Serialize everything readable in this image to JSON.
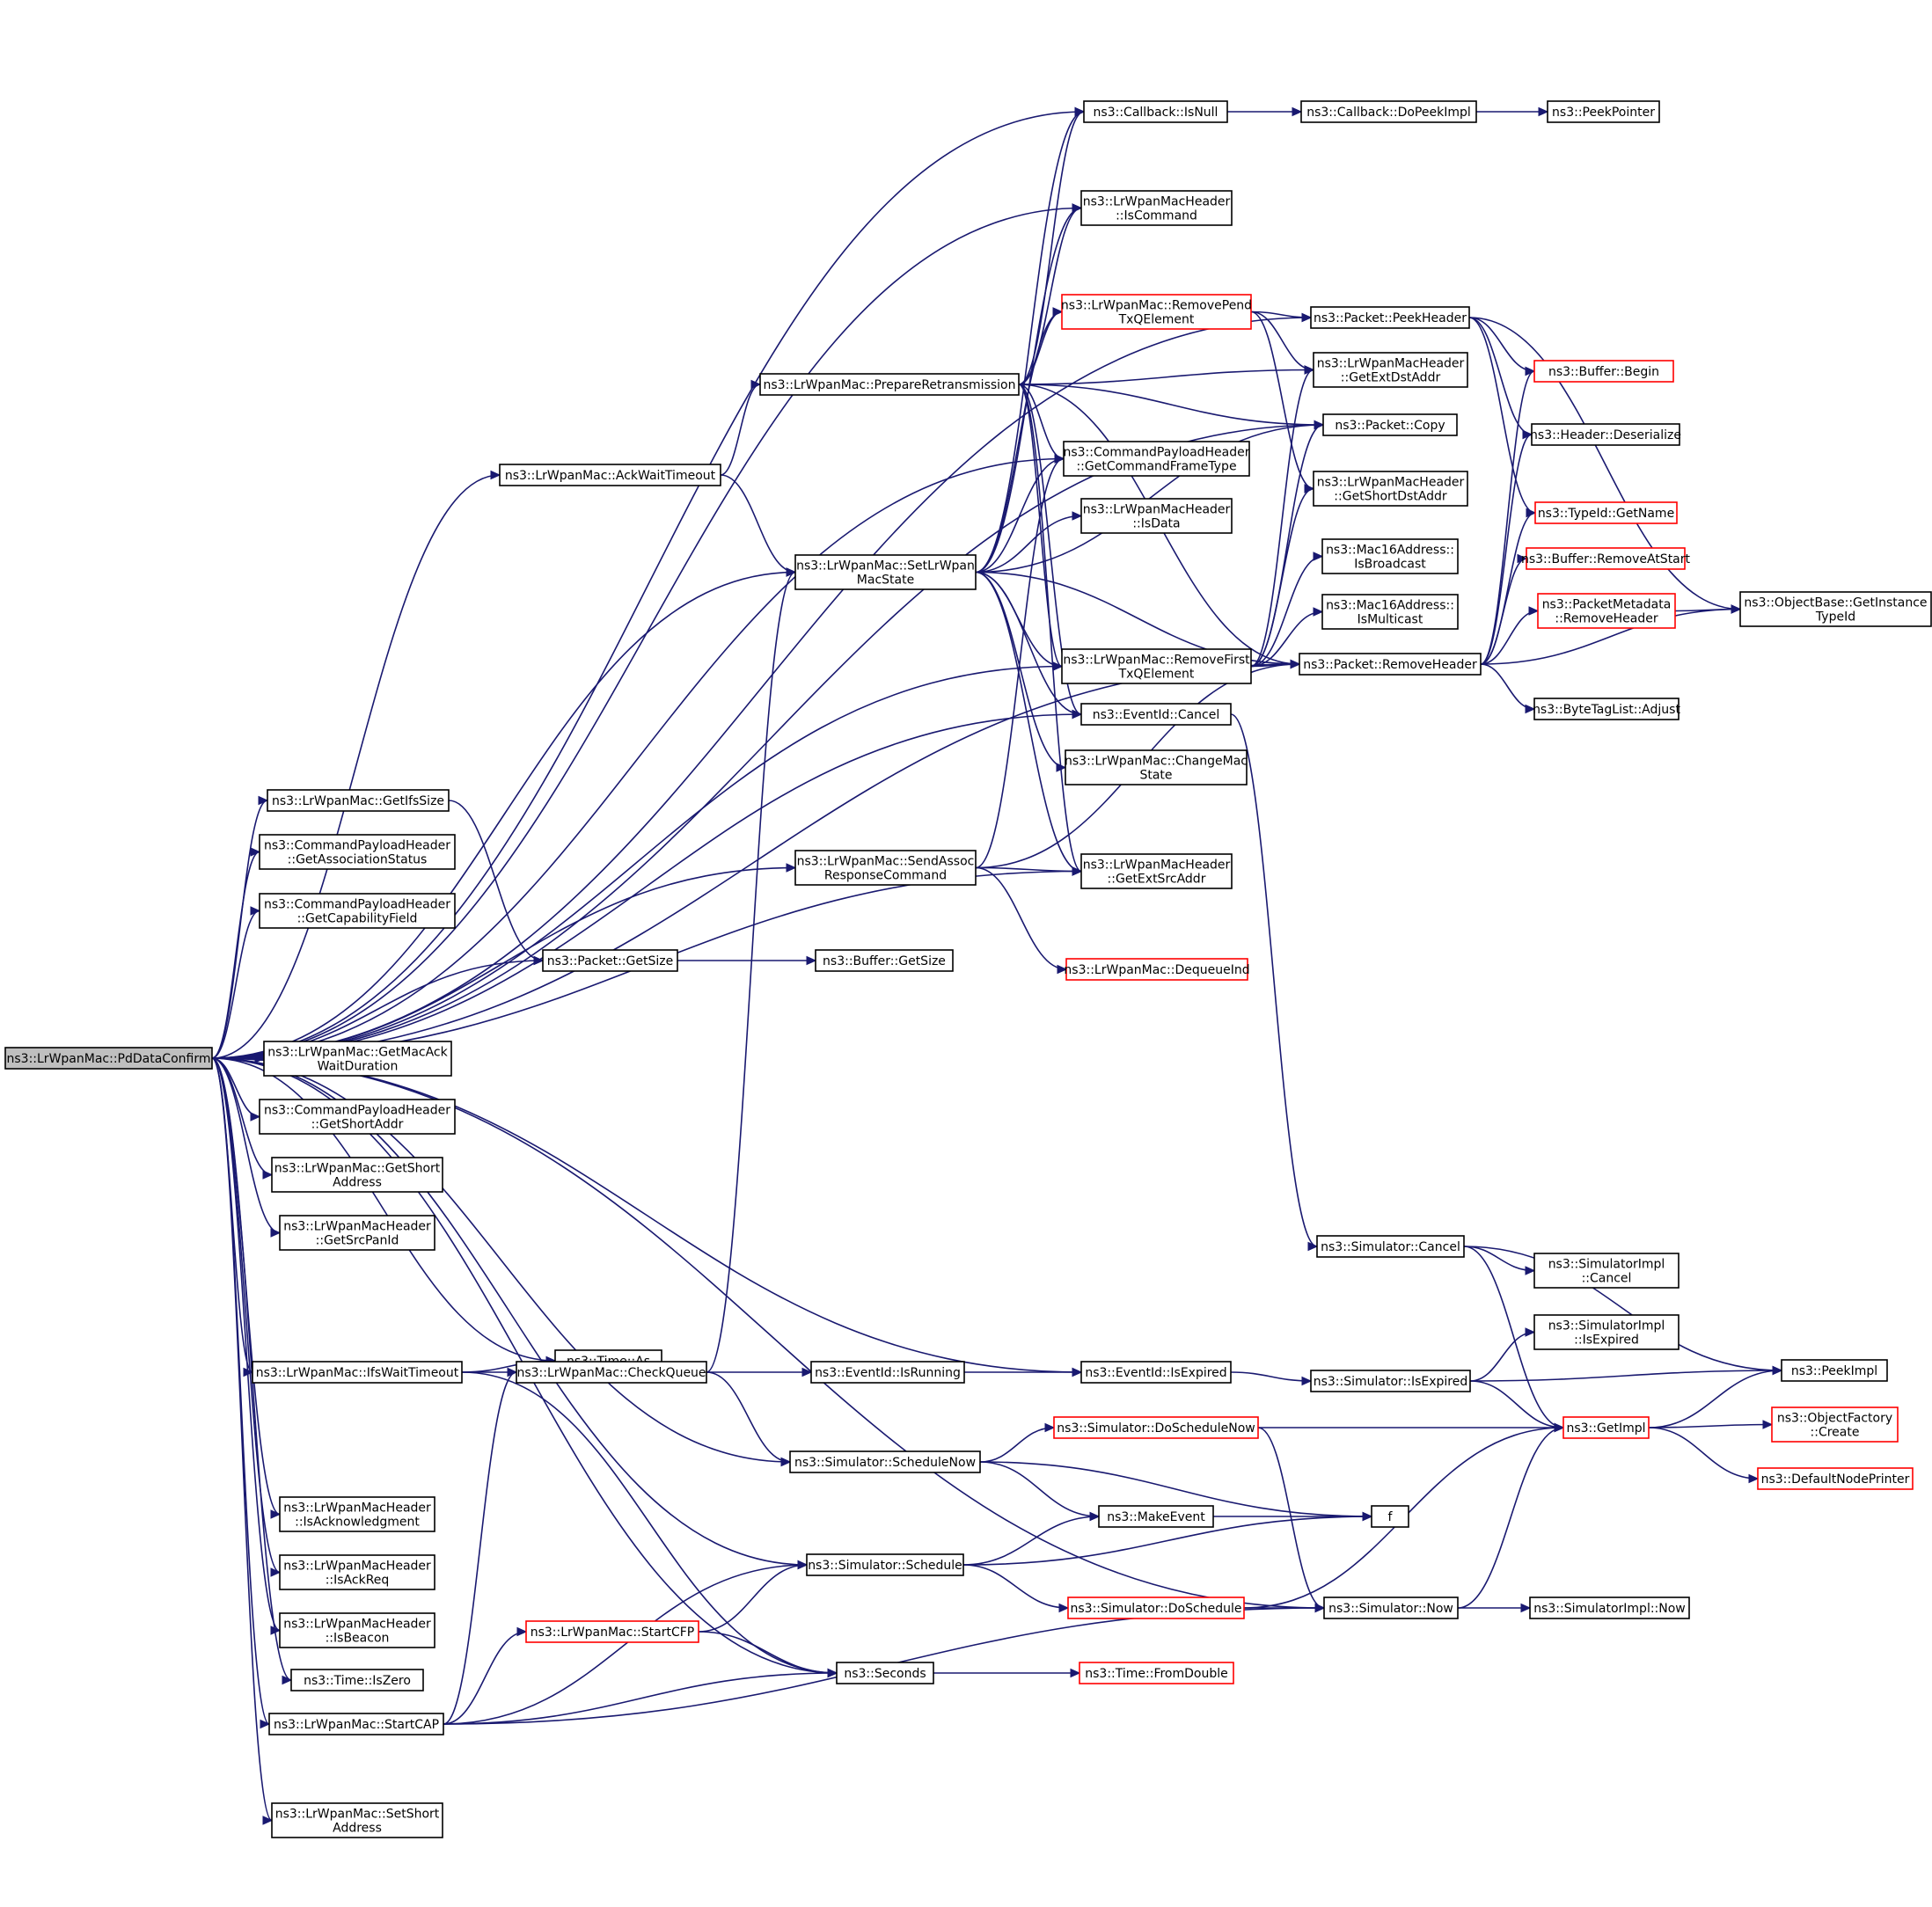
{
  "colors": {
    "edge": "#191970",
    "node_border": "#000000",
    "node_border_red": "#ff0000",
    "root_fill": "#bfbfbf",
    "node_fill": "#ffffff"
  },
  "nodes": [
    {
      "id": "root",
      "lines": [
        "ns3::LrWpanMac::PdDataConfirm"
      ],
      "style": "root"
    },
    {
      "id": "ackwait",
      "lines": [
        "ns3::LrWpanMac::AckWaitTimeout"
      ],
      "style": "normal"
    },
    {
      "id": "prepare",
      "lines": [
        "ns3::LrWpanMac::PrepareRetransmission"
      ],
      "style": "normal"
    },
    {
      "id": "setstate",
      "lines": [
        "ns3::LrWpanMac::SetLrWpan",
        "MacState"
      ],
      "style": "normal"
    },
    {
      "id": "getifs",
      "lines": [
        "ns3::LrWpanMac::GetIfsSize"
      ],
      "style": "normal"
    },
    {
      "id": "assocstat",
      "lines": [
        "ns3::CommandPayloadHeader",
        "::GetAssociationStatus"
      ],
      "style": "normal"
    },
    {
      "id": "capfield",
      "lines": [
        "ns3::CommandPayloadHeader",
        "::GetCapabilityField"
      ],
      "style": "normal"
    },
    {
      "id": "pktsize",
      "lines": [
        "ns3::Packet::GetSize"
      ],
      "style": "normal"
    },
    {
      "id": "bufsize",
      "lines": [
        "ns3::Buffer::GetSize"
      ],
      "style": "normal"
    },
    {
      "id": "macack",
      "lines": [
        "ns3::LrWpanMac::GetMacAck",
        "WaitDuration"
      ],
      "style": "normal"
    },
    {
      "id": "cmdshort",
      "lines": [
        "ns3::CommandPayloadHeader",
        "::GetShortAddr"
      ],
      "style": "normal"
    },
    {
      "id": "getshort",
      "lines": [
        "ns3::LrWpanMac::GetShort",
        "Address"
      ],
      "style": "normal"
    },
    {
      "id": "srcpan",
      "lines": [
        "ns3::LrWpanMacHeader",
        "::GetSrcPanId"
      ],
      "style": "normal"
    },
    {
      "id": "timeas",
      "lines": [
        "ns3::Time::As"
      ],
      "style": "normal"
    },
    {
      "id": "ifswait",
      "lines": [
        "ns3::LrWpanMac::IfsWaitTimeout"
      ],
      "style": "normal"
    },
    {
      "id": "checkq",
      "lines": [
        "ns3::LrWpanMac::CheckQueue"
      ],
      "style": "normal"
    },
    {
      "id": "isack",
      "lines": [
        "ns3::LrWpanMacHeader",
        "::IsAcknowledgment"
      ],
      "style": "normal"
    },
    {
      "id": "isackreq",
      "lines": [
        "ns3::LrWpanMacHeader",
        "::IsAckReq"
      ],
      "style": "normal"
    },
    {
      "id": "isbeacon",
      "lines": [
        "ns3::LrWpanMacHeader",
        "::IsBeacon"
      ],
      "style": "normal"
    },
    {
      "id": "iszero",
      "lines": [
        "ns3::Time::IsZero"
      ],
      "style": "normal"
    },
    {
      "id": "startcap",
      "lines": [
        "ns3::LrWpanMac::StartCAP"
      ],
      "style": "normal"
    },
    {
      "id": "setshort",
      "lines": [
        "ns3::LrWpanMac::SetShort",
        "Address"
      ],
      "style": "normal"
    },
    {
      "id": "sendassoc",
      "lines": [
        "ns3::LrWpanMac::SendAssoc",
        "ResponseCommand"
      ],
      "style": "normal"
    },
    {
      "id": "startcfp",
      "lines": [
        "ns3::LrWpanMac::StartCFP"
      ],
      "style": "red"
    },
    {
      "id": "isrunning",
      "lines": [
        "ns3::EventId::IsRunning"
      ],
      "style": "normal"
    },
    {
      "id": "schednow",
      "lines": [
        "ns3::Simulator::ScheduleNow"
      ],
      "style": "normal"
    },
    {
      "id": "schedule",
      "lines": [
        "ns3::Simulator::Schedule"
      ],
      "style": "normal"
    },
    {
      "id": "seconds",
      "lines": [
        "ns3::Seconds"
      ],
      "style": "normal"
    },
    {
      "id": "isnull",
      "lines": [
        "ns3::Callback::IsNull"
      ],
      "style": "normal"
    },
    {
      "id": "iscommand",
      "lines": [
        "ns3::LrWpanMacHeader",
        "::IsCommand"
      ],
      "style": "normal"
    },
    {
      "id": "removepend",
      "lines": [
        "ns3::LrWpanMac::RemovePend",
        "TxQElement"
      ],
      "style": "red"
    },
    {
      "id": "cmdframe",
      "lines": [
        "ns3::CommandPayloadHeader",
        "::GetCommandFrameType"
      ],
      "style": "normal"
    },
    {
      "id": "isdata",
      "lines": [
        "ns3::LrWpanMacHeader",
        "::IsData"
      ],
      "style": "normal"
    },
    {
      "id": "removefirst",
      "lines": [
        "ns3::LrWpanMac::RemoveFirst",
        "TxQElement"
      ],
      "style": "normal"
    },
    {
      "id": "eventcancel",
      "lines": [
        "ns3::EventId::Cancel"
      ],
      "style": "normal"
    },
    {
      "id": "changemac",
      "lines": [
        "ns3::LrWpanMac::ChangeMac",
        "State"
      ],
      "style": "normal"
    },
    {
      "id": "extsrc",
      "lines": [
        "ns3::LrWpanMacHeader",
        "::GetExtSrcAddr"
      ],
      "style": "normal"
    },
    {
      "id": "dequeue",
      "lines": [
        "ns3::LrWpanMac::DequeueInd"
      ],
      "style": "red"
    },
    {
      "id": "isexpired",
      "lines": [
        "ns3::EventId::IsExpired"
      ],
      "style": "normal"
    },
    {
      "id": "makeevent",
      "lines": [
        "ns3::MakeEvent"
      ],
      "style": "normal"
    },
    {
      "id": "doschednow",
      "lines": [
        "ns3::Simulator::DoScheduleNow"
      ],
      "style": "red"
    },
    {
      "id": "dosched",
      "lines": [
        "ns3::Simulator::DoSchedule"
      ],
      "style": "red"
    },
    {
      "id": "fromdouble",
      "lines": [
        "ns3::Time::FromDouble"
      ],
      "style": "red"
    },
    {
      "id": "dopeek",
      "lines": [
        "ns3::Callback::DoPeekImpl"
      ],
      "style": "normal"
    },
    {
      "id": "peekhdr",
      "lines": [
        "ns3::Packet::PeekHeader"
      ],
      "style": "normal"
    },
    {
      "id": "extdst",
      "lines": [
        "ns3::LrWpanMacHeader",
        "::GetExtDstAddr"
      ],
      "style": "normal"
    },
    {
      "id": "pktcopy",
      "lines": [
        "ns3::Packet::Copy"
      ],
      "style": "normal"
    },
    {
      "id": "shortdst",
      "lines": [
        "ns3::LrWpanMacHeader",
        "::GetShortDstAddr"
      ],
      "style": "normal"
    },
    {
      "id": "isbcast",
      "lines": [
        "ns3::Mac16Address::",
        "IsBroadcast"
      ],
      "style": "normal"
    },
    {
      "id": "ismcast",
      "lines": [
        "ns3::Mac16Address::",
        "IsMulticast"
      ],
      "style": "normal"
    },
    {
      "id": "removehdr",
      "lines": [
        "ns3::Packet::RemoveHeader"
      ],
      "style": "normal"
    },
    {
      "id": "simcancel",
      "lines": [
        "ns3::Simulator::Cancel"
      ],
      "style": "normal"
    },
    {
      "id": "simexpired",
      "lines": [
        "ns3::Simulator::IsExpired"
      ],
      "style": "normal"
    },
    {
      "id": "f",
      "lines": [
        "f"
      ],
      "style": "normal"
    },
    {
      "id": "simnow",
      "lines": [
        "ns3::Simulator::Now"
      ],
      "style": "normal"
    },
    {
      "id": "peekptr",
      "lines": [
        "ns3::PeekPointer"
      ],
      "style": "normal"
    },
    {
      "id": "bufbegin",
      "lines": [
        "ns3::Buffer::Begin"
      ],
      "style": "red"
    },
    {
      "id": "deser",
      "lines": [
        "ns3::Header::Deserialize"
      ],
      "style": "normal"
    },
    {
      "id": "typename",
      "lines": [
        "ns3::TypeId::GetName"
      ],
      "style": "red"
    },
    {
      "id": "bufremove",
      "lines": [
        "ns3::Buffer::RemoveAtStart"
      ],
      "style": "red"
    },
    {
      "id": "pmremove",
      "lines": [
        "ns3::PacketMetadata",
        "::RemoveHeader"
      ],
      "style": "red"
    },
    {
      "id": "bytetag",
      "lines": [
        "ns3::ByteTagList::Adjust"
      ],
      "style": "normal"
    },
    {
      "id": "implcancel",
      "lines": [
        "ns3::SimulatorImpl",
        "::Cancel"
      ],
      "style": "normal"
    },
    {
      "id": "implexpired",
      "lines": [
        "ns3::SimulatorImpl",
        "::IsExpired"
      ],
      "style": "normal"
    },
    {
      "id": "getimpl",
      "lines": [
        "ns3::GetImpl"
      ],
      "style": "red"
    },
    {
      "id": "implnow",
      "lines": [
        "ns3::SimulatorImpl::Now"
      ],
      "style": "normal"
    },
    {
      "id": "getinst",
      "lines": [
        "ns3::ObjectBase::GetInstance",
        "TypeId"
      ],
      "style": "normal"
    },
    {
      "id": "peekimpl",
      "lines": [
        "ns3::PeekImpl"
      ],
      "style": "normal"
    },
    {
      "id": "objfact",
      "lines": [
        "ns3::ObjectFactory",
        "::Create"
      ],
      "style": "red"
    },
    {
      "id": "defprinter",
      "lines": [
        "ns3::DefaultNodePrinter"
      ],
      "style": "red"
    }
  ],
  "edges": [
    [
      "root",
      "ackwait"
    ],
    [
      "root",
      "setstate"
    ],
    [
      "root",
      "getifs"
    ],
    [
      "root",
      "assocstat"
    ],
    [
      "root",
      "capfield"
    ],
    [
      "root",
      "pktsize"
    ],
    [
      "root",
      "macack"
    ],
    [
      "root",
      "cmdshort"
    ],
    [
      "root",
      "getshort"
    ],
    [
      "root",
      "srcpan"
    ],
    [
      "root",
      "timeas"
    ],
    [
      "root",
      "ifswait"
    ],
    [
      "root",
      "isack"
    ],
    [
      "root",
      "isackreq"
    ],
    [
      "root",
      "isbeacon"
    ],
    [
      "root",
      "iszero"
    ],
    [
      "root",
      "startcap"
    ],
    [
      "root",
      "setshort"
    ],
    [
      "root",
      "sendassoc"
    ],
    [
      "root",
      "removefirst"
    ],
    [
      "root",
      "eventcancel"
    ],
    [
      "root",
      "extsrc"
    ],
    [
      "root",
      "isexpired"
    ],
    [
      "root",
      "schednow"
    ],
    [
      "root",
      "schedule"
    ],
    [
      "root",
      "seconds"
    ],
    [
      "root",
      "simnow"
    ],
    [
      "root",
      "isnull"
    ],
    [
      "root",
      "iscommand"
    ],
    [
      "root",
      "cmdframe"
    ],
    [
      "root",
      "peekhdr"
    ],
    [
      "root",
      "pktcopy"
    ],
    [
      "root",
      "removehdr"
    ],
    [
      "ackwait",
      "prepare"
    ],
    [
      "ackwait",
      "setstate"
    ],
    [
      "prepare",
      "isnull"
    ],
    [
      "prepare",
      "iscommand"
    ],
    [
      "prepare",
      "removepend"
    ],
    [
      "prepare",
      "cmdframe"
    ],
    [
      "prepare",
      "removefirst"
    ],
    [
      "prepare",
      "eventcancel"
    ],
    [
      "prepare",
      "extsrc"
    ],
    [
      "prepare",
      "extdst"
    ],
    [
      "prepare",
      "pktcopy"
    ],
    [
      "prepare",
      "removehdr"
    ],
    [
      "setstate",
      "isnull"
    ],
    [
      "setstate",
      "iscommand"
    ],
    [
      "setstate",
      "removepend"
    ],
    [
      "setstate",
      "cmdframe"
    ],
    [
      "setstate",
      "isdata"
    ],
    [
      "setstate",
      "removefirst"
    ],
    [
      "setstate",
      "eventcancel"
    ],
    [
      "setstate",
      "changemac"
    ],
    [
      "setstate",
      "extsrc"
    ],
    [
      "setstate",
      "pktcopy"
    ],
    [
      "setstate",
      "removehdr"
    ],
    [
      "getifs",
      "pktsize"
    ],
    [
      "pktsize",
      "bufsize"
    ],
    [
      "ifswait",
      "timeas"
    ],
    [
      "ifswait",
      "checkq"
    ],
    [
      "ifswait",
      "seconds"
    ],
    [
      "checkq",
      "setstate"
    ],
    [
      "checkq",
      "isrunning"
    ],
    [
      "checkq",
      "schednow"
    ],
    [
      "startcap",
      "checkq"
    ],
    [
      "startcap",
      "schedule"
    ],
    [
      "startcap",
      "seconds"
    ],
    [
      "startcap",
      "simnow"
    ],
    [
      "startcap",
      "startcfp"
    ],
    [
      "sendassoc",
      "cmdframe"
    ],
    [
      "sendassoc",
      "extsrc"
    ],
    [
      "sendassoc",
      "dequeue"
    ],
    [
      "sendassoc",
      "removehdr"
    ],
    [
      "startcfp",
      "schedule"
    ],
    [
      "startcfp",
      "seconds"
    ],
    [
      "isrunning",
      "isexpired"
    ],
    [
      "schednow",
      "doschednow"
    ],
    [
      "schednow",
      "makeevent"
    ],
    [
      "schednow",
      "f"
    ],
    [
      "schedule",
      "makeevent"
    ],
    [
      "schedule",
      "dosched"
    ],
    [
      "schedule",
      "f"
    ],
    [
      "seconds",
      "fromdouble"
    ],
    [
      "isnull",
      "dopeek"
    ],
    [
      "dopeek",
      "peekptr"
    ],
    [
      "removepend",
      "peekhdr"
    ],
    [
      "removepend",
      "extdst"
    ],
    [
      "removepend",
      "shortdst"
    ],
    [
      "removefirst",
      "extdst"
    ],
    [
      "removefirst",
      "pktcopy"
    ],
    [
      "removefirst",
      "shortdst"
    ],
    [
      "removefirst",
      "isbcast"
    ],
    [
      "removefirst",
      "ismcast"
    ],
    [
      "removefirst",
      "removehdr"
    ],
    [
      "eventcancel",
      "simcancel"
    ],
    [
      "isexpired",
      "simexpired"
    ],
    [
      "makeevent",
      "f"
    ],
    [
      "doschednow",
      "getimpl"
    ],
    [
      "doschednow",
      "simnow"
    ],
    [
      "dosched",
      "getimpl"
    ],
    [
      "dosched",
      "simnow"
    ],
    [
      "peekhdr",
      "bufbegin"
    ],
    [
      "peekhdr",
      "deser"
    ],
    [
      "peekhdr",
      "typename"
    ],
    [
      "peekhdr",
      "getinst"
    ],
    [
      "removehdr",
      "bufbegin"
    ],
    [
      "removehdr",
      "deser"
    ],
    [
      "removehdr",
      "typename"
    ],
    [
      "removehdr",
      "bufremove"
    ],
    [
      "removehdr",
      "pmremove"
    ],
    [
      "removehdr",
      "bytetag"
    ],
    [
      "removehdr",
      "getinst"
    ],
    [
      "pmremove",
      "getinst"
    ],
    [
      "simcancel",
      "implcancel"
    ],
    [
      "simcancel",
      "getimpl"
    ],
    [
      "simcancel",
      "peekimpl"
    ],
    [
      "simexpired",
      "implexpired"
    ],
    [
      "simexpired",
      "getimpl"
    ],
    [
      "simexpired",
      "peekimpl"
    ],
    [
      "simnow",
      "getimpl"
    ],
    [
      "simnow",
      "implnow"
    ],
    [
      "getimpl",
      "peekimpl"
    ],
    [
      "getimpl",
      "objfact"
    ],
    [
      "getimpl",
      "defprinter"
    ]
  ]
}
